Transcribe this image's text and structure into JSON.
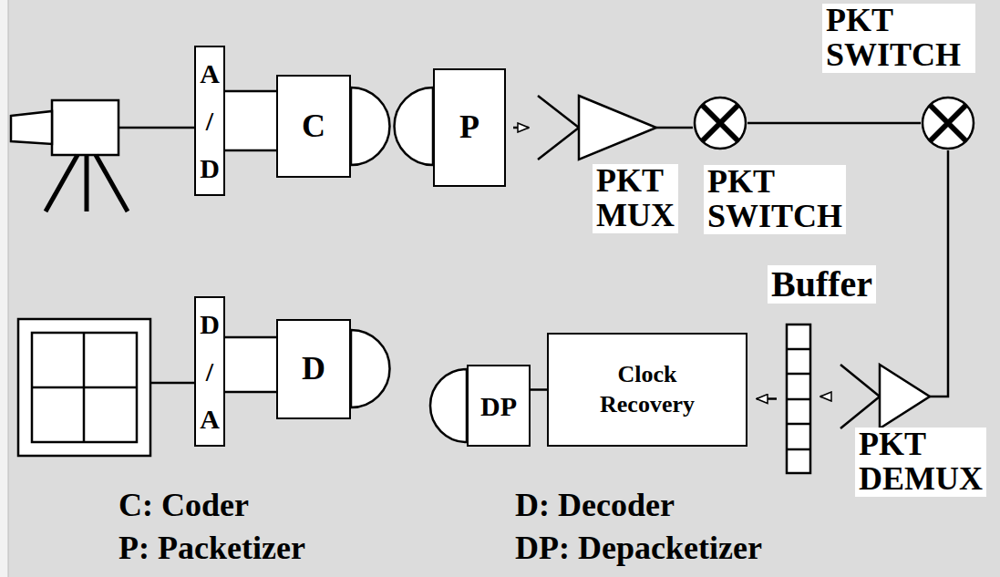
{
  "diagram": {
    "nodes": [
      {
        "text": [
          "A / D"
        ]
      },
      {
        "text": [
          "C"
        ]
      },
      {
        "text": [
          "P"
        ]
      },
      {
        "text": [
          "PKT MUX"
        ]
      },
      {
        "text": [
          "PKT SWITCH"
        ]
      },
      {
        "text": [
          "PKT SWITCH"
        ]
      },
      {
        "text": [
          "D / A"
        ]
      },
      {
        "text": [
          "D"
        ]
      },
      {
        "text": [
          "DP"
        ]
      },
      {
        "text": [
          "Clock Recovery"
        ]
      },
      {
        "text": [
          "Buffer"
        ]
      },
      {
        "text": [
          "PKT DEMUX"
        ]
      }
    ],
    "edges": [
      {
        "from": 2,
        "to": 3,
        "arrow": "to"
      },
      {
        "from": 3,
        "to": 4,
        "arrow": "none"
      },
      {
        "from": 4,
        "to": 5,
        "arrow": "none"
      },
      {
        "from": 5,
        "to": 11,
        "arrow": "none"
      },
      {
        "from": 11,
        "to": 10,
        "arrow": "to"
      },
      {
        "from": 10,
        "to": 9,
        "arrow": "to"
      },
      {
        "from": 9,
        "to": 8,
        "arrow": "none"
      }
    ],
    "labels": [
      "C: Coder",
      "D: Decoder",
      "P: Packetizer",
      "DP: Depacketizer"
    ]
  }
}
